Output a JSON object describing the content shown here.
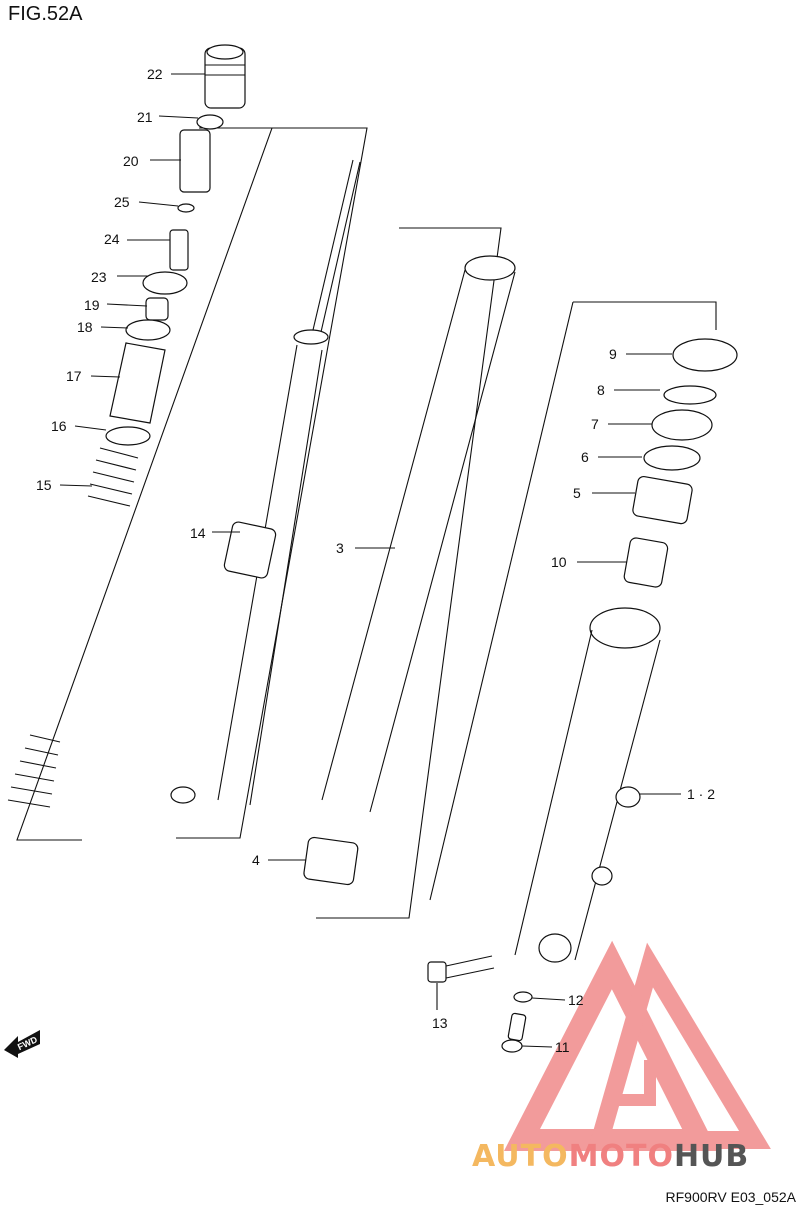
{
  "figure": {
    "title": "FIG.52A",
    "code": "RF900RV E03_052A"
  },
  "watermark": {
    "brand_a": "AUTO",
    "brand_b": "MOTO",
    "brand_c": "HUB",
    "color_a": "#f4b860",
    "color_b": "#f08080",
    "color_c": "#555555"
  },
  "fwd_label": "FWD",
  "callouts": [
    {
      "id": "22",
      "label": "22"
    },
    {
      "id": "21",
      "label": "21"
    },
    {
      "id": "20",
      "label": "20"
    },
    {
      "id": "25",
      "label": "25"
    },
    {
      "id": "24",
      "label": "24"
    },
    {
      "id": "23",
      "label": "23"
    },
    {
      "id": "19",
      "label": "19"
    },
    {
      "id": "18",
      "label": "18"
    },
    {
      "id": "17",
      "label": "17"
    },
    {
      "id": "16",
      "label": "16"
    },
    {
      "id": "15",
      "label": "15"
    },
    {
      "id": "14",
      "label": "14"
    },
    {
      "id": "3",
      "label": "3"
    },
    {
      "id": "4",
      "label": "4"
    },
    {
      "id": "9",
      "label": "9"
    },
    {
      "id": "8",
      "label": "8"
    },
    {
      "id": "7",
      "label": "7"
    },
    {
      "id": "6",
      "label": "6"
    },
    {
      "id": "5",
      "label": "5"
    },
    {
      "id": "10",
      "label": "10"
    },
    {
      "id": "1-2",
      "label": "1 · 2"
    },
    {
      "id": "13",
      "label": "13"
    },
    {
      "id": "12",
      "label": "12"
    },
    {
      "id": "11",
      "label": "11"
    }
  ]
}
